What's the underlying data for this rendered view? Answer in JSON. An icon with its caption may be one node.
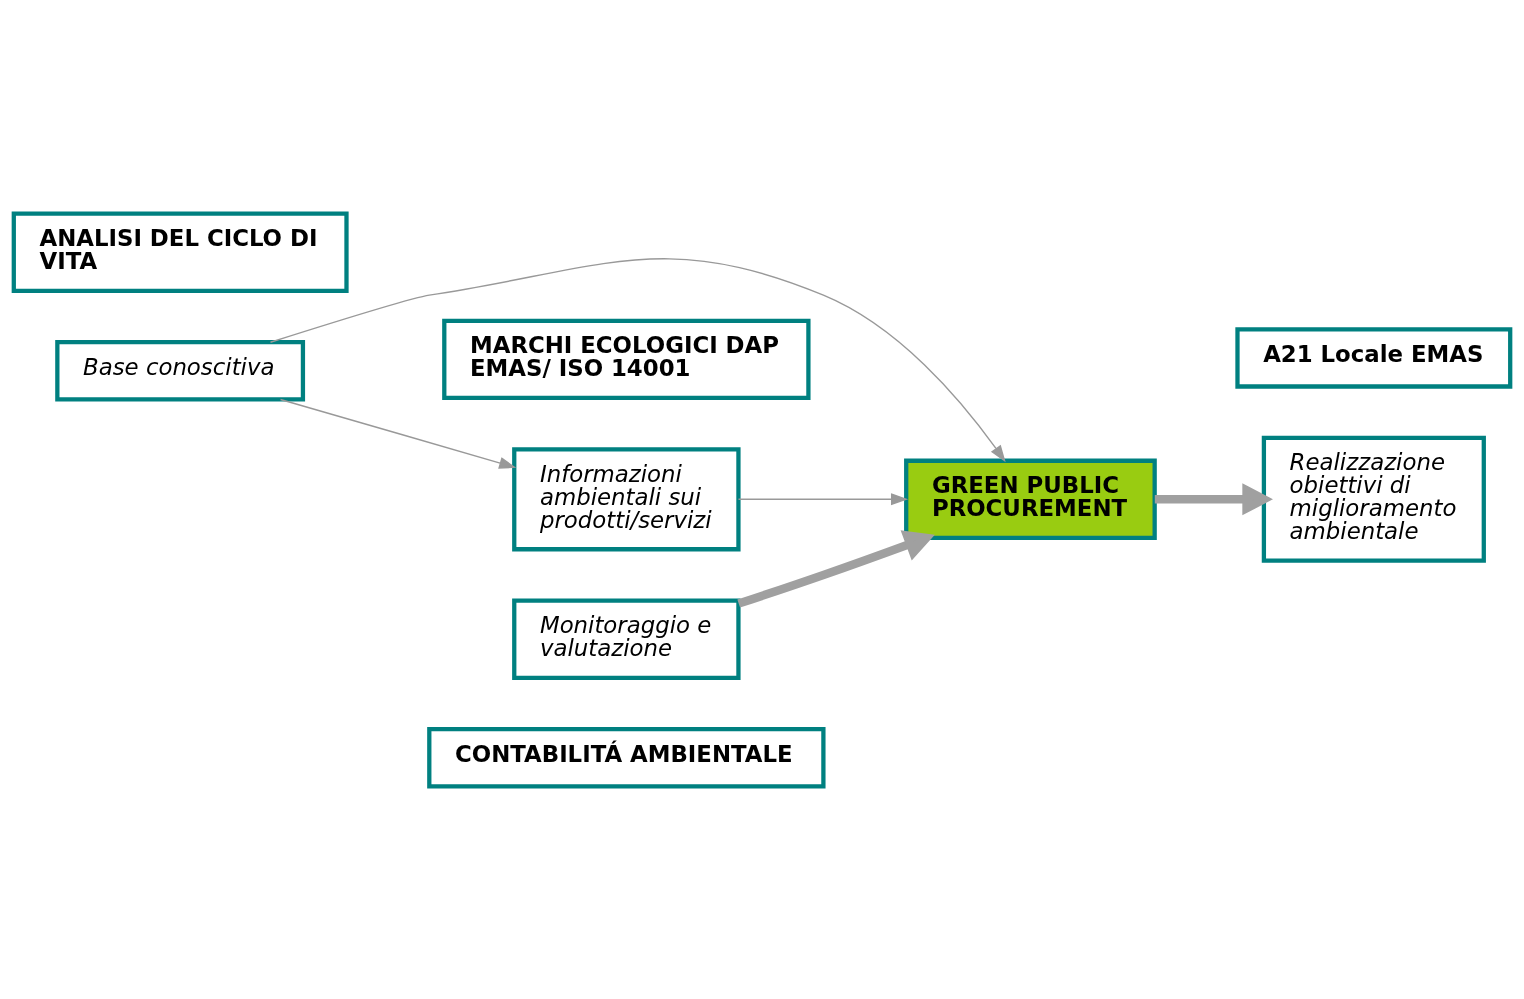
{
  "diagram": {
    "nodes": [
      {
        "text": [
          "ANALISI DEL CICLO DI VITA"
        ]
      },
      {
        "text": [
          "Base conoscitiva"
        ]
      },
      {
        "text": [
          "A21 Locale EMAS"
        ]
      },
      {
        "text": [
          "Realizzazione obiettivi di miglioramento ambientale"
        ]
      },
      {
        "text": [
          "GREEN PUBLIC PROCUREMENT"
        ]
      },
      {
        "text": [
          "Informazioni ambientali sui prodotti/servizi"
        ]
      },
      {
        "text": [
          "MARCHI ECOLOGICI DAP EMAS/ ISO 14001"
        ]
      },
      {
        "text": [
          "Monitoraggio e valutazione"
        ]
      },
      {
        "text": [
          "CONTABILITÁ AMBIENTALE"
        ]
      }
    ],
    "edges": [
      {
        "from": 1,
        "to": 4,
        "arrow": "to"
      },
      {
        "from": 1,
        "to": 5,
        "arrow": "to"
      },
      {
        "from": 5,
        "to": 4,
        "arrow": "to"
      },
      {
        "from": 4,
        "to": 3,
        "arrow": "to",
        "style": "thick"
      },
      {
        "from": 7,
        "to": 4,
        "arrow": "to",
        "style": "thick"
      }
    ]
  }
}
